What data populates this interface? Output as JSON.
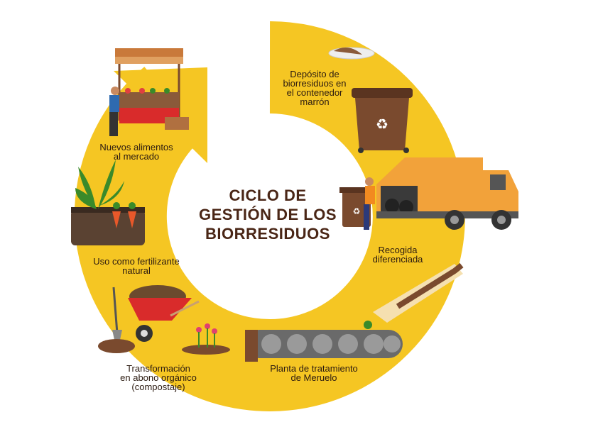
{
  "title": "CICLO DE\nGESTIÓN DE LOS\nBIORRESIDUOS",
  "colors": {
    "ring": "#F5C623",
    "title": "#4A2616",
    "bin": "#7A4A2E",
    "truck": "#F2A23A"
  },
  "steps": [
    {
      "label": "Depósito de\nbiorresiduos en\nel contenedor\nmarrón",
      "icon": "brown-bin-icon"
    },
    {
      "label": "Recogida\ndiferenciada",
      "icon": "garbage-truck-icon"
    },
    {
      "label": "Planta de tratamiento\nde Meruelo",
      "icon": "conveyor-belt-icon"
    },
    {
      "label": "Transformación\nen abono orgánico\n(compostaje)",
      "icon": "wheelbarrow-compost-icon"
    },
    {
      "label": "Uso como fertilizante\nnatural",
      "icon": "plants-soil-icon"
    },
    {
      "label": "Nuevos alimentos\nal mercado",
      "icon": "market-stall-icon"
    }
  ]
}
